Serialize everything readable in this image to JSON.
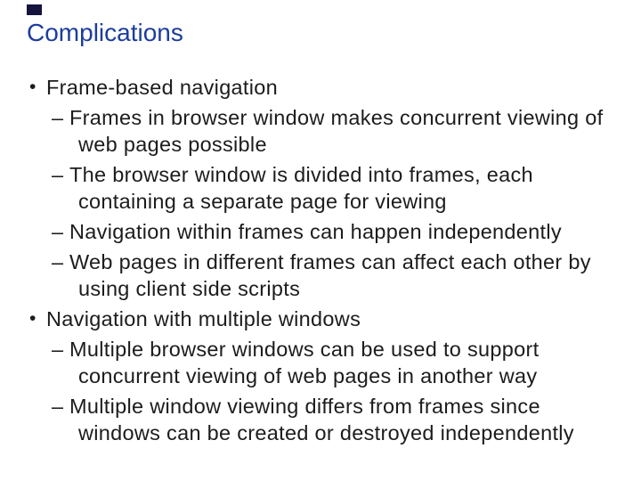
{
  "slide": {
    "title": "Complications",
    "markers": {
      "level1": "•",
      "level2": "–"
    },
    "bullets": [
      {
        "level": 1,
        "lines": [
          "Frame-based navigation"
        ]
      },
      {
        "level": 2,
        "lines": [
          "Frames in browser window makes concurrent viewing of",
          "web pages possible"
        ]
      },
      {
        "level": 2,
        "lines": [
          "The browser window is divided into frames, each",
          "containing a separate page for viewing"
        ]
      },
      {
        "level": 2,
        "lines": [
          "Navigation within frames can happen independently"
        ]
      },
      {
        "level": 2,
        "lines": [
          "Web pages in different frames can affect each other by",
          "using client side scripts"
        ]
      },
      {
        "level": 1,
        "lines": [
          "Navigation with multiple windows"
        ]
      },
      {
        "level": 2,
        "lines": [
          "Multiple browser windows can be used to support",
          "concurrent viewing of web pages in another way"
        ]
      },
      {
        "level": 2,
        "lines": [
          "Multiple window viewing differs from frames since",
          "windows can be created or destroyed independently"
        ]
      }
    ]
  },
  "colors": {
    "title_accent": "#1c3d9e",
    "body_text": "#1c1c1c",
    "corner_mark": "#14143f",
    "background": "#ffffff"
  }
}
